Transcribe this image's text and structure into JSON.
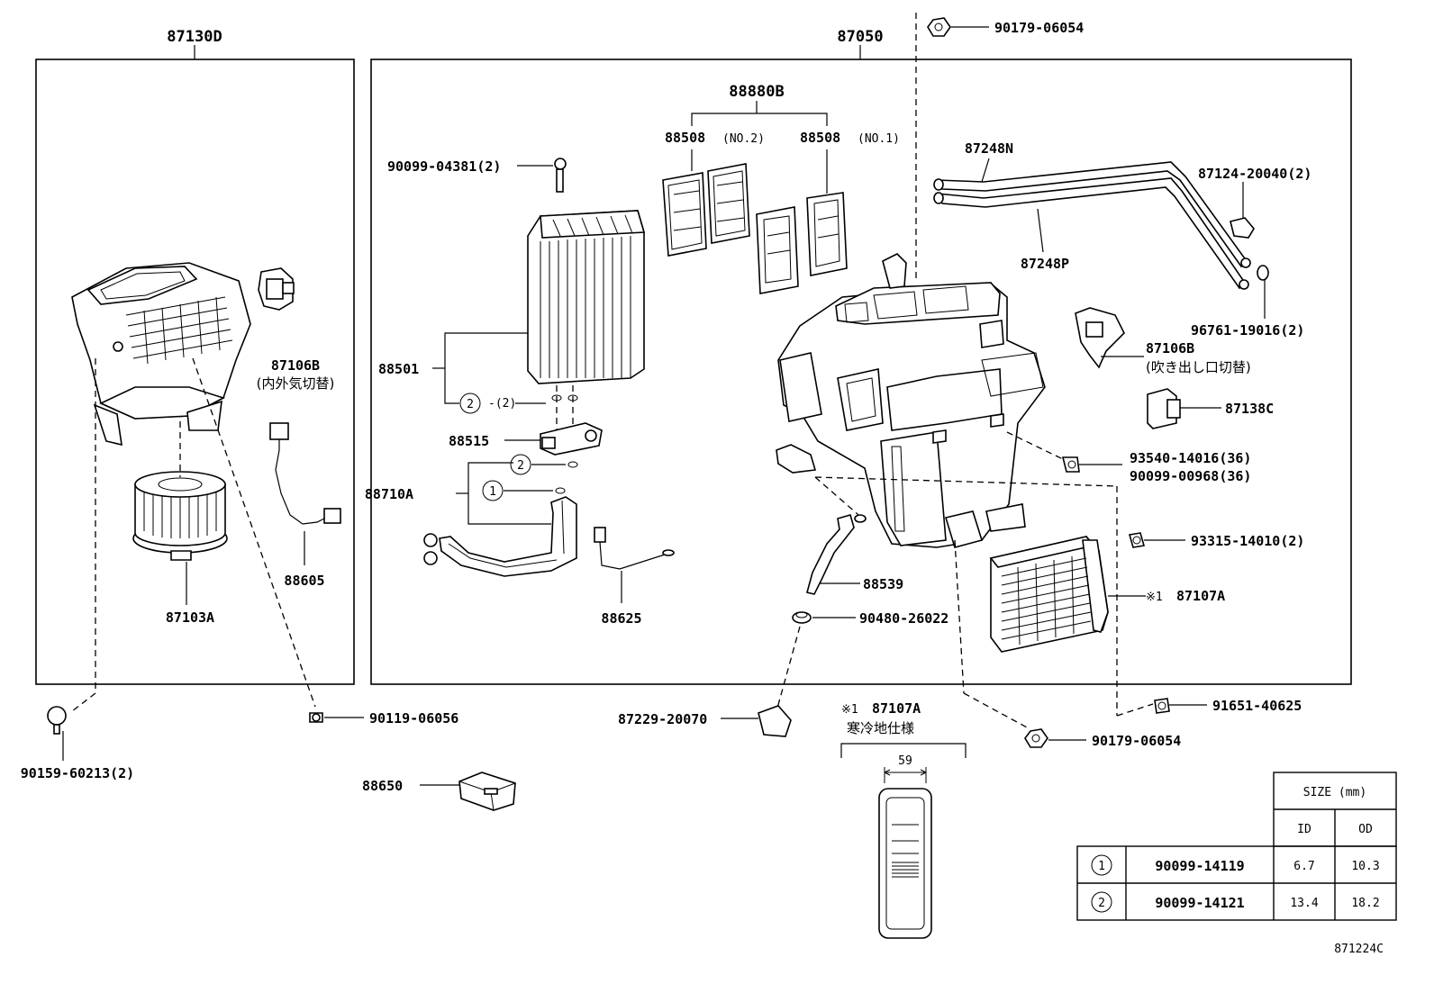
{
  "groups": {
    "blower_unit": "87130D",
    "heater_unit": "87050",
    "filter_set": "88880B"
  },
  "parts": {
    "p90179_top": "90179-06054",
    "p88508_no2": "88508",
    "p88508_no2_note": "(NO.2)",
    "p88508_no1": "88508",
    "p88508_no1_note": "(NO.1)",
    "p90099_04381": "90099-04381(2)",
    "p87248n": "87248N",
    "p87248p": "87248P",
    "p87124": "87124-20040(2)",
    "p96761": "96761-19016(2)",
    "p87106b_right": "87106B",
    "p87106b_right_note": "(吹き出し口切替)",
    "p87106b_left": "87106B",
    "p87106b_left_note": "(内外気切替)",
    "p88501": "88501",
    "p_oring2_qty": "-(2)",
    "p88515": "88515",
    "p88710a": "88710A",
    "p87138c": "87138C",
    "p93540": "93540-14016(36)",
    "p90099_00968": "90099-00968(36)",
    "p93315": "93315-14010(2)",
    "p87107a": "87107A",
    "p87107a_mark": "※1",
    "p88605": "88605",
    "p87103a": "87103A",
    "p88625": "88625",
    "p88539": "88539",
    "p90480": "90480-26022",
    "p91651": "91651-40625",
    "p90179_bottom": "90179-06054",
    "p90119": "90119-06056",
    "p90159": "90159-60213(2)",
    "p87229": "87229-20070",
    "p88650": "88650"
  },
  "callouts": {
    "one": "1",
    "two": "2"
  },
  "cold_spec": {
    "mark": "※1",
    "part": "87107A",
    "title": "寒冷地仕様",
    "dimension": "59"
  },
  "size_table": {
    "title": "SIZE (mm)",
    "col_id": "ID",
    "col_od": "OD",
    "rows": [
      {
        "ref": "1",
        "part": "90099-14119",
        "id": "6.7",
        "od": "10.3"
      },
      {
        "ref": "2",
        "part": "90099-14121",
        "id": "13.4",
        "od": "18.2"
      }
    ]
  },
  "diagram_code": "871224C"
}
